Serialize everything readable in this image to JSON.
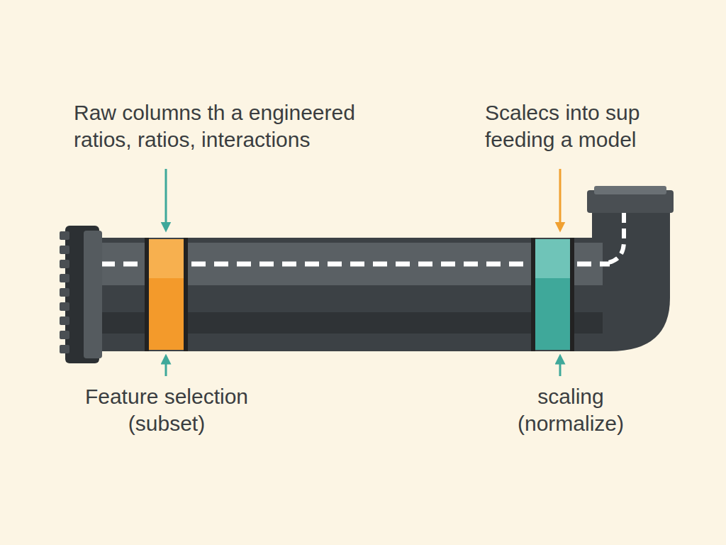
{
  "diagram": {
    "labels": [
      "Raw columns th a engineered ratios, ratios, interactions",
      "Scalecs into sup feeding a model",
      "Feature selection (subset)",
      "scaling (normalize)"
    ]
  }
}
